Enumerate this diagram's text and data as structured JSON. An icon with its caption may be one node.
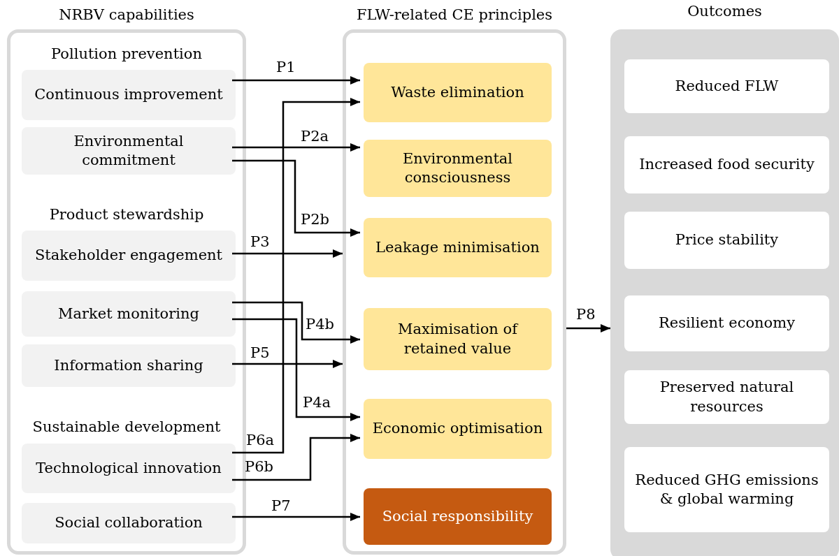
{
  "diagram": {
    "nodes": [
      {
        "text": [
          "NRBV capabilities",
          "Pollution prevention",
          "Product stewardship",
          "Sustainable development"
        ]
      },
      {
        "text": [
          "Continuous improvement"
        ],
        "in": 0
      },
      {
        "text": [
          "Environmental commitment"
        ],
        "in": 0
      },
      {
        "text": [
          "Stakeholder engagement"
        ],
        "in": 0
      },
      {
        "text": [
          "Market monitoring"
        ],
        "in": 0
      },
      {
        "text": [
          "Information sharing"
        ],
        "in": 0
      },
      {
        "text": [
          "Technological innovation"
        ],
        "in": 0
      },
      {
        "text": [
          "Social collaboration"
        ],
        "in": 0
      },
      {
        "text": [
          "FLW-related CE principles"
        ]
      },
      {
        "text": [
          "Waste elimination"
        ],
        "in": 8
      },
      {
        "text": [
          "Environmental consciousness"
        ],
        "in": 8
      },
      {
        "text": [
          "Leakage minimisation"
        ],
        "in": 8
      },
      {
        "text": [
          "Maximisation of retained value"
        ],
        "in": 8
      },
      {
        "text": [
          "Economic optimisation"
        ],
        "in": 8
      },
      {
        "text": [
          "Social responsibility"
        ],
        "in": 8
      },
      {
        "text": [
          "Outcomes"
        ]
      },
      {
        "text": [
          "Reduced FLW"
        ],
        "in": 15
      },
      {
        "text": [
          "Increased food security"
        ],
        "in": 15
      },
      {
        "text": [
          "Price stability"
        ],
        "in": 15
      },
      {
        "text": [
          "Resilient economy"
        ],
        "in": 15
      },
      {
        "text": [
          "Preserved natural resources"
        ],
        "in": 15
      },
      {
        "text": [
          "Reduced GHG emissions & global warming"
        ],
        "in": 15
      }
    ],
    "edges": [
      {
        "from": 1,
        "to": 9,
        "arrow": "to",
        "label": "P1"
      },
      {
        "from": 2,
        "to": 10,
        "arrow": "to",
        "label": "P2a"
      },
      {
        "from": 2,
        "to": 11,
        "arrow": "to",
        "label": "P2b"
      },
      {
        "from": 3,
        "to": 8,
        "arrow": "to",
        "label": "P3"
      },
      {
        "from": 4,
        "to": 12,
        "arrow": "to",
        "label": "P4b"
      },
      {
        "from": 4,
        "to": 13,
        "arrow": "to",
        "label": "P4a"
      },
      {
        "from": 5,
        "to": 8,
        "arrow": "to",
        "label": "P5"
      },
      {
        "from": 6,
        "to": 9,
        "arrow": "to",
        "label": "P6a"
      },
      {
        "from": 6,
        "to": 13,
        "arrow": "to",
        "label": "P6b"
      },
      {
        "from": 7,
        "to": 14,
        "arrow": "to",
        "label": "P7"
      },
      {
        "from": 8,
        "to": 15,
        "arrow": "to",
        "label": "P8"
      }
    ]
  }
}
